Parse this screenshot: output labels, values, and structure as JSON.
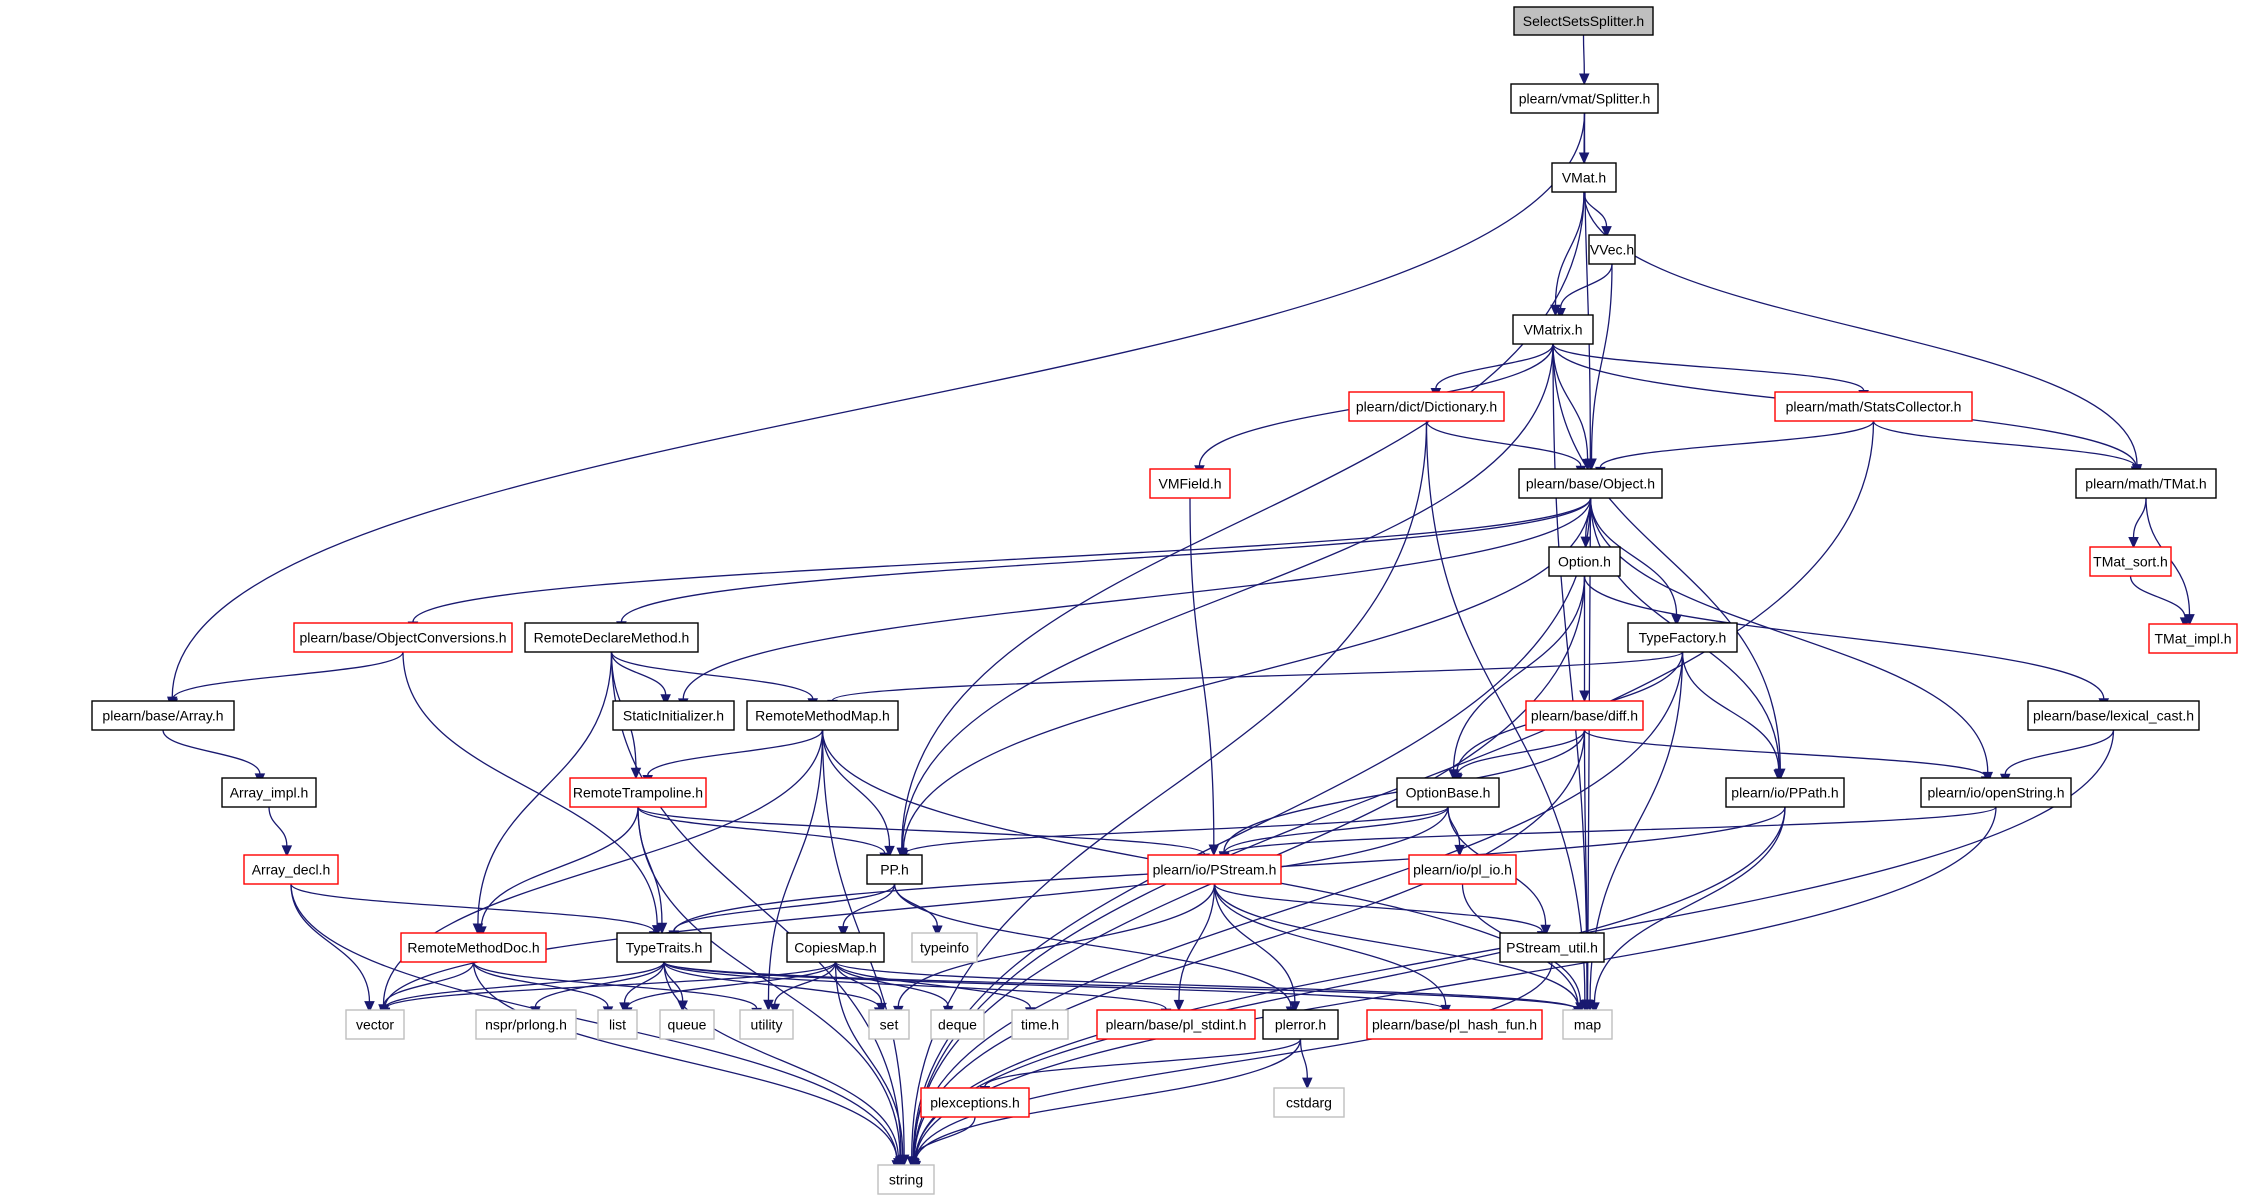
{
  "graph": {
    "title": "SelectSetsSplitter.h",
    "colors": {
      "edge": "#191970",
      "root_fill": "#bfbfbf",
      "normal_border": "#000000",
      "truncated_border": "#ff0000",
      "external_border": "#bfbfbf"
    },
    "nodes": [
      {
        "id": "SelectSetsSplitter",
        "label": "SelectSetsSplitter.h",
        "kind": "root"
      },
      {
        "id": "Splitter",
        "label": "plearn/vmat/Splitter.h",
        "kind": "normal"
      },
      {
        "id": "VMat",
        "label": "VMat.h",
        "kind": "normal"
      },
      {
        "id": "VVec",
        "label": "VVec.h",
        "kind": "normal"
      },
      {
        "id": "VMatrix",
        "label": "VMatrix.h",
        "kind": "normal"
      },
      {
        "id": "Dictionary",
        "label": "plearn/dict/Dictionary.h",
        "kind": "truncated"
      },
      {
        "id": "StatsCollector",
        "label": "plearn/math/StatsCollector.h",
        "kind": "truncated"
      },
      {
        "id": "VMField",
        "label": "VMField.h",
        "kind": "truncated"
      },
      {
        "id": "Object",
        "label": "plearn/base/Object.h",
        "kind": "normal"
      },
      {
        "id": "TMat",
        "label": "plearn/math/TMat.h",
        "kind": "normal"
      },
      {
        "id": "TMat_sort",
        "label": "TMat_sort.h",
        "kind": "truncated"
      },
      {
        "id": "TMat_impl",
        "label": "TMat_impl.h",
        "kind": "truncated"
      },
      {
        "id": "Option",
        "label": "Option.h",
        "kind": "normal"
      },
      {
        "id": "ObjectConversions",
        "label": "plearn/base/ObjectConversions.h",
        "kind": "truncated"
      },
      {
        "id": "RemoteDeclareMethod",
        "label": "RemoteDeclareMethod.h",
        "kind": "normal"
      },
      {
        "id": "TypeFactory",
        "label": "TypeFactory.h",
        "kind": "normal"
      },
      {
        "id": "Array",
        "label": "plearn/base/Array.h",
        "kind": "normal"
      },
      {
        "id": "StaticInitializer",
        "label": "StaticInitializer.h",
        "kind": "normal"
      },
      {
        "id": "RemoteMethodMap",
        "label": "RemoteMethodMap.h",
        "kind": "normal"
      },
      {
        "id": "diff",
        "label": "plearn/base/diff.h",
        "kind": "truncated"
      },
      {
        "id": "lexical_cast",
        "label": "plearn/base/lexical_cast.h",
        "kind": "normal"
      },
      {
        "id": "Array_impl",
        "label": "Array_impl.h",
        "kind": "normal"
      },
      {
        "id": "RemoteTrampoline",
        "label": "RemoteTrampoline.h",
        "kind": "truncated"
      },
      {
        "id": "OptionBase",
        "label": "OptionBase.h",
        "kind": "normal"
      },
      {
        "id": "PPath",
        "label": "plearn/io/PPath.h",
        "kind": "normal"
      },
      {
        "id": "openString",
        "label": "plearn/io/openString.h",
        "kind": "normal"
      },
      {
        "id": "Array_decl",
        "label": "Array_decl.h",
        "kind": "truncated"
      },
      {
        "id": "PP",
        "label": "PP.h",
        "kind": "normal"
      },
      {
        "id": "PStream",
        "label": "plearn/io/PStream.h",
        "kind": "truncated"
      },
      {
        "id": "pl_io",
        "label": "plearn/io/pl_io.h",
        "kind": "truncated"
      },
      {
        "id": "RemoteMethodDoc",
        "label": "RemoteMethodDoc.h",
        "kind": "truncated"
      },
      {
        "id": "TypeTraits",
        "label": "TypeTraits.h",
        "kind": "normal"
      },
      {
        "id": "CopiesMap",
        "label": "CopiesMap.h",
        "kind": "normal"
      },
      {
        "id": "typeinfo",
        "label": "typeinfo",
        "kind": "external"
      },
      {
        "id": "PStream_util",
        "label": "PStream_util.h",
        "kind": "normal"
      },
      {
        "id": "vector",
        "label": "vector",
        "kind": "external"
      },
      {
        "id": "prlong",
        "label": "nspr/prlong.h",
        "kind": "external"
      },
      {
        "id": "list",
        "label": "list",
        "kind": "external"
      },
      {
        "id": "queue",
        "label": "queue",
        "kind": "external"
      },
      {
        "id": "utility",
        "label": "utility",
        "kind": "external"
      },
      {
        "id": "set",
        "label": "set",
        "kind": "external"
      },
      {
        "id": "deque",
        "label": "deque",
        "kind": "external"
      },
      {
        "id": "time",
        "label": "time.h",
        "kind": "external"
      },
      {
        "id": "pl_stdint",
        "label": "plearn/base/pl_stdint.h",
        "kind": "truncated"
      },
      {
        "id": "plerror",
        "label": "plerror.h",
        "kind": "normal"
      },
      {
        "id": "pl_hash_fun",
        "label": "plearn/base/pl_hash_fun.h",
        "kind": "truncated"
      },
      {
        "id": "map",
        "label": "map",
        "kind": "external"
      },
      {
        "id": "cstdarg",
        "label": "cstdarg",
        "kind": "external"
      },
      {
        "id": "plexceptions",
        "label": "plexceptions.h",
        "kind": "truncated"
      },
      {
        "id": "string",
        "label": "string",
        "kind": "external"
      }
    ],
    "edges": [
      [
        "SelectSetsSplitter",
        "Splitter"
      ],
      [
        "Splitter",
        "VMat"
      ],
      [
        "Splitter",
        "Array"
      ],
      [
        "Splitter",
        "Object"
      ],
      [
        "VMat",
        "VVec"
      ],
      [
        "VMat",
        "VMatrix"
      ],
      [
        "VMat",
        "PP"
      ],
      [
        "VMat",
        "TMat"
      ],
      [
        "VVec",
        "VMatrix"
      ],
      [
        "VVec",
        "Object"
      ],
      [
        "VMatrix",
        "Dictionary"
      ],
      [
        "VMatrix",
        "StatsCollector"
      ],
      [
        "VMatrix",
        "VMField"
      ],
      [
        "VMatrix",
        "Object"
      ],
      [
        "VMatrix",
        "TMat"
      ],
      [
        "VMatrix",
        "PP"
      ],
      [
        "VMatrix",
        "map"
      ],
      [
        "VMatrix",
        "PPath"
      ],
      [
        "Dictionary",
        "Object"
      ],
      [
        "Dictionary",
        "string"
      ],
      [
        "Dictionary",
        "map"
      ],
      [
        "StatsCollector",
        "Object"
      ],
      [
        "StatsCollector",
        "TMat"
      ],
      [
        "StatsCollector",
        "string"
      ],
      [
        "VMField",
        "PStream"
      ],
      [
        "TMat",
        "TMat_sort"
      ],
      [
        "TMat",
        "TMat_impl"
      ],
      [
        "TMat_sort",
        "TMat_impl"
      ],
      [
        "Object",
        "Option"
      ],
      [
        "Object",
        "ObjectConversions"
      ],
      [
        "Object",
        "RemoteDeclareMethod"
      ],
      [
        "Object",
        "TypeFactory"
      ],
      [
        "Object",
        "StaticInitializer"
      ],
      [
        "Object",
        "PP"
      ],
      [
        "Object",
        "PPath"
      ],
      [
        "Object",
        "openString"
      ],
      [
        "Object",
        "map"
      ],
      [
        "Object",
        "string"
      ],
      [
        "Option",
        "OptionBase"
      ],
      [
        "Option",
        "diff"
      ],
      [
        "Option",
        "lexical_cast"
      ],
      [
        "Option",
        "string"
      ],
      [
        "ObjectConversions",
        "Array"
      ],
      [
        "ObjectConversions",
        "TypeTraits"
      ],
      [
        "RemoteDeclareMethod",
        "StaticInitializer"
      ],
      [
        "RemoteDeclareMethod",
        "RemoteMethodMap"
      ],
      [
        "RemoteDeclareMethod",
        "RemoteTrampoline"
      ],
      [
        "RemoteDeclareMethod",
        "RemoteMethodDoc"
      ],
      [
        "RemoteDeclareMethod",
        "string"
      ],
      [
        "TypeFactory",
        "RemoteMethodMap"
      ],
      [
        "TypeFactory",
        "OptionBase"
      ],
      [
        "TypeFactory",
        "PPath"
      ],
      [
        "TypeFactory",
        "map"
      ],
      [
        "TypeFactory",
        "string"
      ],
      [
        "Array",
        "Array_impl"
      ],
      [
        "Array_impl",
        "Array_decl"
      ],
      [
        "RemoteMethodMap",
        "RemoteTrampoline"
      ],
      [
        "RemoteMethodMap",
        "PP"
      ],
      [
        "RemoteMethodMap",
        "map"
      ],
      [
        "RemoteMethodMap",
        "utility"
      ],
      [
        "RemoteMethodMap",
        "vector"
      ],
      [
        "RemoteMethodMap",
        "string"
      ],
      [
        "diff",
        "OptionBase"
      ],
      [
        "diff",
        "openString"
      ],
      [
        "diff",
        "PStream"
      ],
      [
        "diff",
        "map"
      ],
      [
        "diff",
        "string"
      ],
      [
        "lexical_cast",
        "openString"
      ],
      [
        "lexical_cast",
        "string"
      ],
      [
        "RemoteTrampoline",
        "PP"
      ],
      [
        "RemoteTrampoline",
        "PStream"
      ],
      [
        "RemoteTrampoline",
        "TypeTraits"
      ],
      [
        "RemoteTrampoline",
        "RemoteMethodDoc"
      ],
      [
        "RemoteTrampoline",
        "string"
      ],
      [
        "OptionBase",
        "PP"
      ],
      [
        "OptionBase",
        "PStream"
      ],
      [
        "OptionBase",
        "pl_io"
      ],
      [
        "OptionBase",
        "PStream_util"
      ],
      [
        "OptionBase",
        "vector"
      ],
      [
        "PPath",
        "TypeTraits"
      ],
      [
        "PPath",
        "map"
      ],
      [
        "PPath",
        "string"
      ],
      [
        "openString",
        "PStream"
      ],
      [
        "openString",
        "string"
      ],
      [
        "Array_decl",
        "TypeTraits"
      ],
      [
        "Array_decl",
        "vector"
      ],
      [
        "Array_decl",
        "string"
      ],
      [
        "PP",
        "TypeTraits"
      ],
      [
        "PP",
        "CopiesMap"
      ],
      [
        "PP",
        "typeinfo"
      ],
      [
        "PP",
        "plerror"
      ],
      [
        "PStream",
        "PStream_util"
      ],
      [
        "PStream",
        "pl_stdint"
      ],
      [
        "PStream",
        "plerror"
      ],
      [
        "PStream",
        "pl_hash_fun"
      ],
      [
        "PStream",
        "map"
      ],
      [
        "PStream",
        "set"
      ],
      [
        "pl_io",
        "map"
      ],
      [
        "RemoteMethodDoc",
        "vector"
      ],
      [
        "RemoteMethodDoc",
        "list"
      ],
      [
        "RemoteMethodDoc",
        "utility"
      ],
      [
        "RemoteMethodDoc",
        "string"
      ],
      [
        "TypeTraits",
        "vector"
      ],
      [
        "TypeTraits",
        "prlong"
      ],
      [
        "TypeTraits",
        "list"
      ],
      [
        "TypeTraits",
        "queue"
      ],
      [
        "TypeTraits",
        "set"
      ],
      [
        "TypeTraits",
        "map"
      ],
      [
        "TypeTraits",
        "pl_stdint"
      ],
      [
        "TypeTraits",
        "pl_hash_fun"
      ],
      [
        "TypeTraits",
        "string"
      ],
      [
        "CopiesMap",
        "vector"
      ],
      [
        "CopiesMap",
        "list"
      ],
      [
        "CopiesMap",
        "utility"
      ],
      [
        "CopiesMap",
        "set"
      ],
      [
        "CopiesMap",
        "deque"
      ],
      [
        "CopiesMap",
        "time"
      ],
      [
        "CopiesMap",
        "map"
      ],
      [
        "CopiesMap",
        "string"
      ],
      [
        "PStream_util",
        "string"
      ],
      [
        "plerror",
        "cstdarg"
      ],
      [
        "plerror",
        "plexceptions"
      ],
      [
        "plerror",
        "string"
      ],
      [
        "plexceptions",
        "string"
      ]
    ]
  }
}
